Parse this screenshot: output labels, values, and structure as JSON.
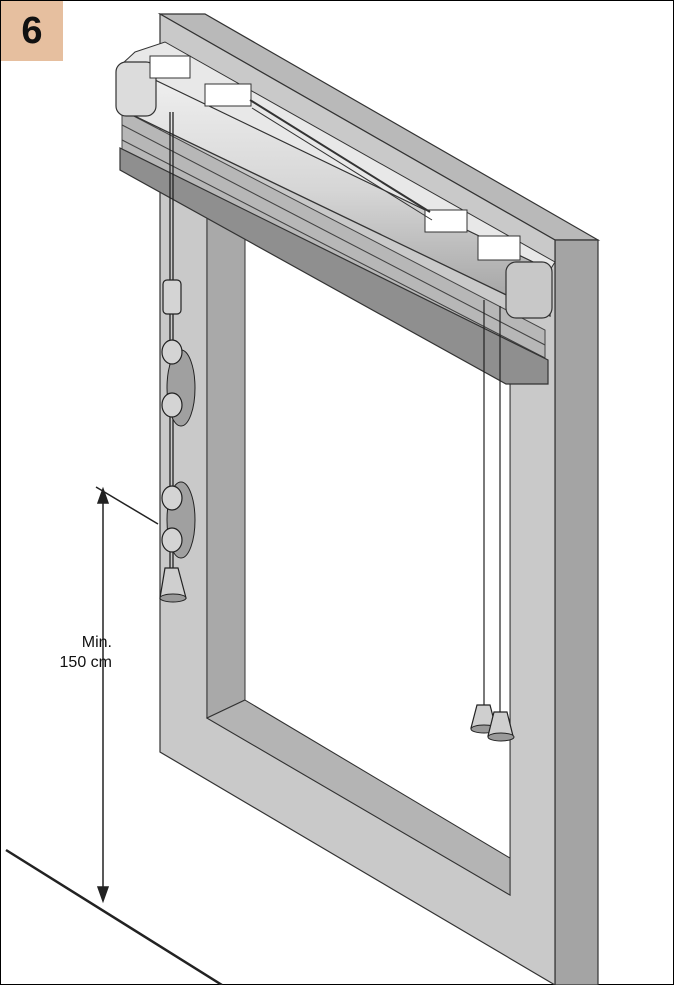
{
  "step": {
    "number": "6"
  },
  "measurement": {
    "line1": "Min.",
    "line2": "150 cm"
  },
  "colors": {
    "badge": "#e6bf9f",
    "frame_front": "#c8c8c8",
    "frame_side": "#a9a9a9",
    "frame_top": "#b9b9b9",
    "line": "#222222"
  }
}
